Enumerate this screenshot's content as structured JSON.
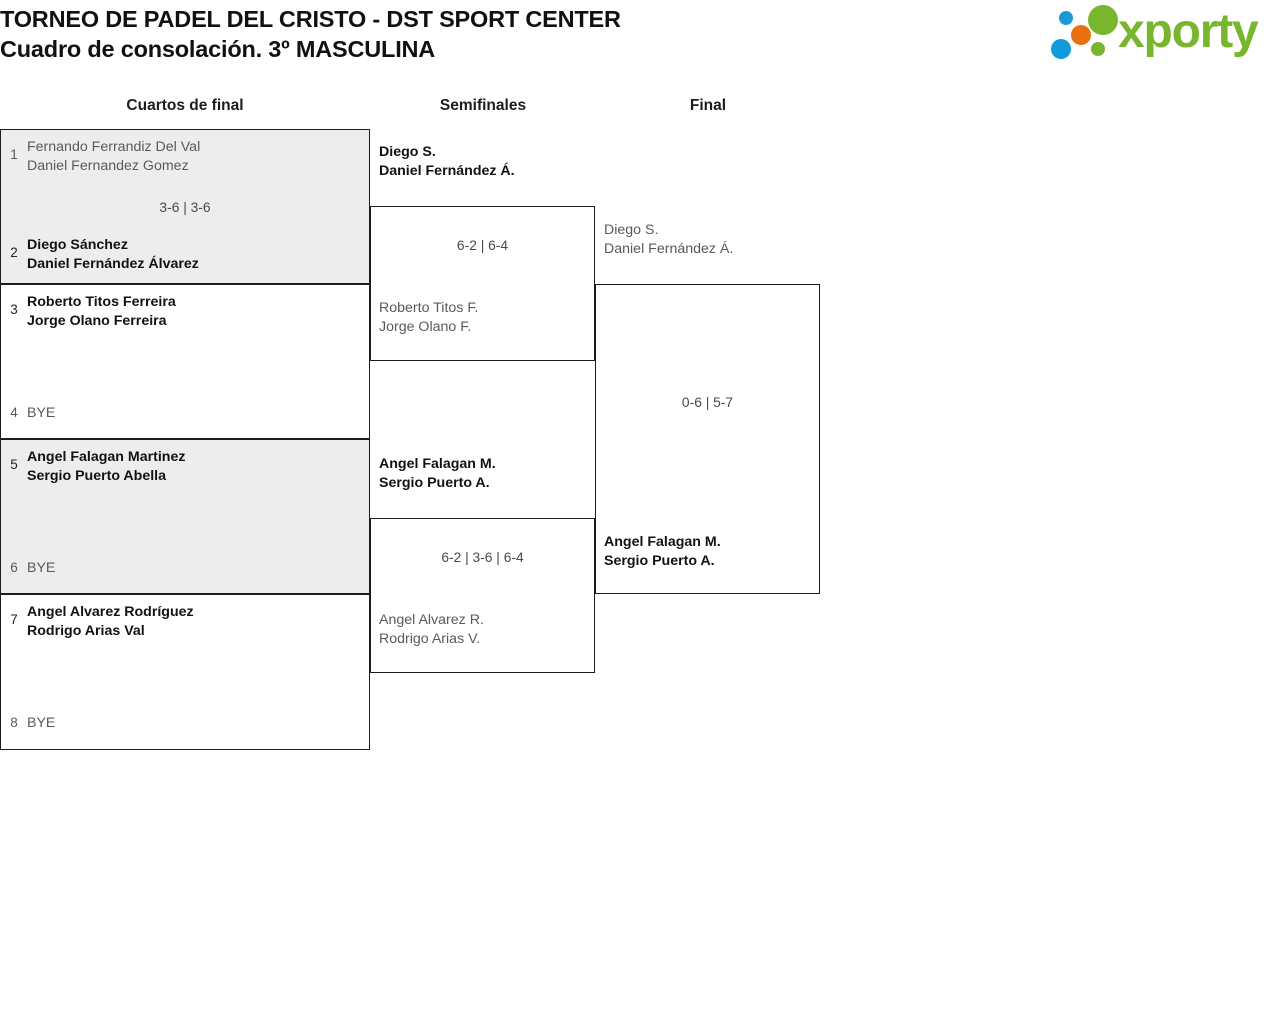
{
  "header": {
    "title_line1": "TORNEO DE PADEL DEL CRISTO - DST SPORT CENTER",
    "title_line2": "Cuadro de consolación. 3º MASCULINA",
    "logo_text": "xporty",
    "logo_colors": {
      "green": "#78b62d",
      "orange": "#e8700f",
      "blue": "#119bd9"
    }
  },
  "rounds": [
    {
      "label": "Cuartos de final"
    },
    {
      "label": "Semifinales"
    },
    {
      "label": "Final"
    }
  ],
  "bracket": {
    "quarterfinals": [
      {
        "score": "3-6 | 3-6",
        "top": {
          "seed": "1",
          "p1": "Fernando Ferrandiz Del Val",
          "p2": "Daniel Fernandez Gomez",
          "result": "loser"
        },
        "bottom": {
          "seed": "2",
          "p1": "Diego Sánchez",
          "p2": "Daniel Fernández Álvarez",
          "result": "winner"
        }
      },
      {
        "score": "",
        "top": {
          "seed": "3",
          "p1": "Roberto Titos Ferreira",
          "p2": "Jorge Olano Ferreira",
          "result": "winner"
        },
        "bottom": {
          "seed": "4",
          "p1": "BYE",
          "p2": "",
          "result": "loser"
        }
      },
      {
        "score": "",
        "top": {
          "seed": "5",
          "p1": "Angel Falagan Martinez",
          "p2": "Sergio Puerto Abella",
          "result": "winner"
        },
        "bottom": {
          "seed": "6",
          "p1": "BYE",
          "p2": "",
          "result": "loser"
        }
      },
      {
        "score": "",
        "top": {
          "seed": "7",
          "p1": "Angel Alvarez Rodríguez",
          "p2": "Rodrigo Arias Val",
          "result": "winner"
        },
        "bottom": {
          "seed": "8",
          "p1": "BYE",
          "p2": "",
          "result": "loser"
        }
      }
    ],
    "semifinals": [
      {
        "score": "6-2 | 6-4",
        "top": {
          "p1": "Diego S.",
          "p2": "Daniel Fernández Á.",
          "result": "winner"
        },
        "bottom": {
          "p1": "Roberto Titos F.",
          "p2": "Jorge Olano F.",
          "result": "loser"
        }
      },
      {
        "score": "6-2 | 3-6 | 6-4",
        "top": {
          "p1": "Angel Falagan M.",
          "p2": "Sergio Puerto A.",
          "result": "winner"
        },
        "bottom": {
          "p1": "Angel Alvarez R.",
          "p2": "Rodrigo Arias V.",
          "result": "loser"
        }
      }
    ],
    "final": [
      {
        "score": "0-6 | 5-7",
        "top": {
          "p1": "Diego S.",
          "p2": "Daniel Fernández Á.",
          "result": "loser"
        },
        "bottom": {
          "p1": "Angel Falagan M.",
          "p2": "Sergio Puerto A.",
          "result": "winner"
        }
      }
    ]
  }
}
